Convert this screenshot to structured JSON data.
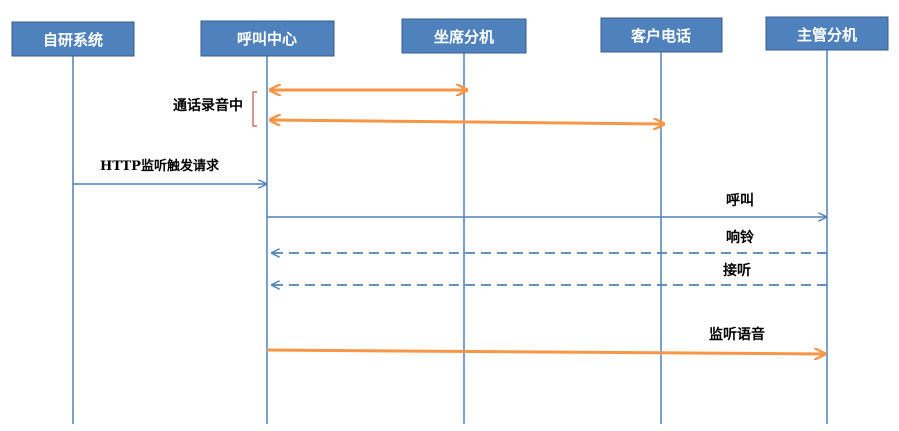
{
  "actors": [
    {
      "id": "self_dev",
      "label": "自研系统"
    },
    {
      "id": "call_center",
      "label": "呼叫中心"
    },
    {
      "id": "agent_ext",
      "label": "坐席分机"
    },
    {
      "id": "customer_phone",
      "label": "客户电话"
    },
    {
      "id": "supervisor_ext",
      "label": "主管分机"
    }
  ],
  "annotations": {
    "call_recording": "通话录音中"
  },
  "messages": [
    {
      "from": "call_center",
      "to": "agent_ext",
      "label": "",
      "style": "thick-bidirectional"
    },
    {
      "from": "call_center",
      "to": "customer_phone",
      "label": "",
      "style": "thick-bidirectional"
    },
    {
      "from": "self_dev",
      "to": "call_center",
      "label": "HTTP监听触发请求",
      "style": "thin-solid"
    },
    {
      "from": "call_center",
      "to": "supervisor_ext",
      "label": "呼叫",
      "style": "thin-solid"
    },
    {
      "from": "supervisor_ext",
      "to": "call_center",
      "label": "响铃",
      "style": "thin-dashed"
    },
    {
      "from": "supervisor_ext",
      "to": "call_center",
      "label": "接听",
      "style": "thin-dashed"
    },
    {
      "from": "call_center",
      "to": "supervisor_ext",
      "label": "监听语音",
      "style": "thick-solid"
    }
  ],
  "colors": {
    "actor_fill": "#4f81bd",
    "actor_border": "#385d8a",
    "lifeline": "#4f81bd",
    "thin_arrow": "#4f81bd",
    "thick_arrow": "#f79646",
    "bracket": "#c0504d"
  }
}
